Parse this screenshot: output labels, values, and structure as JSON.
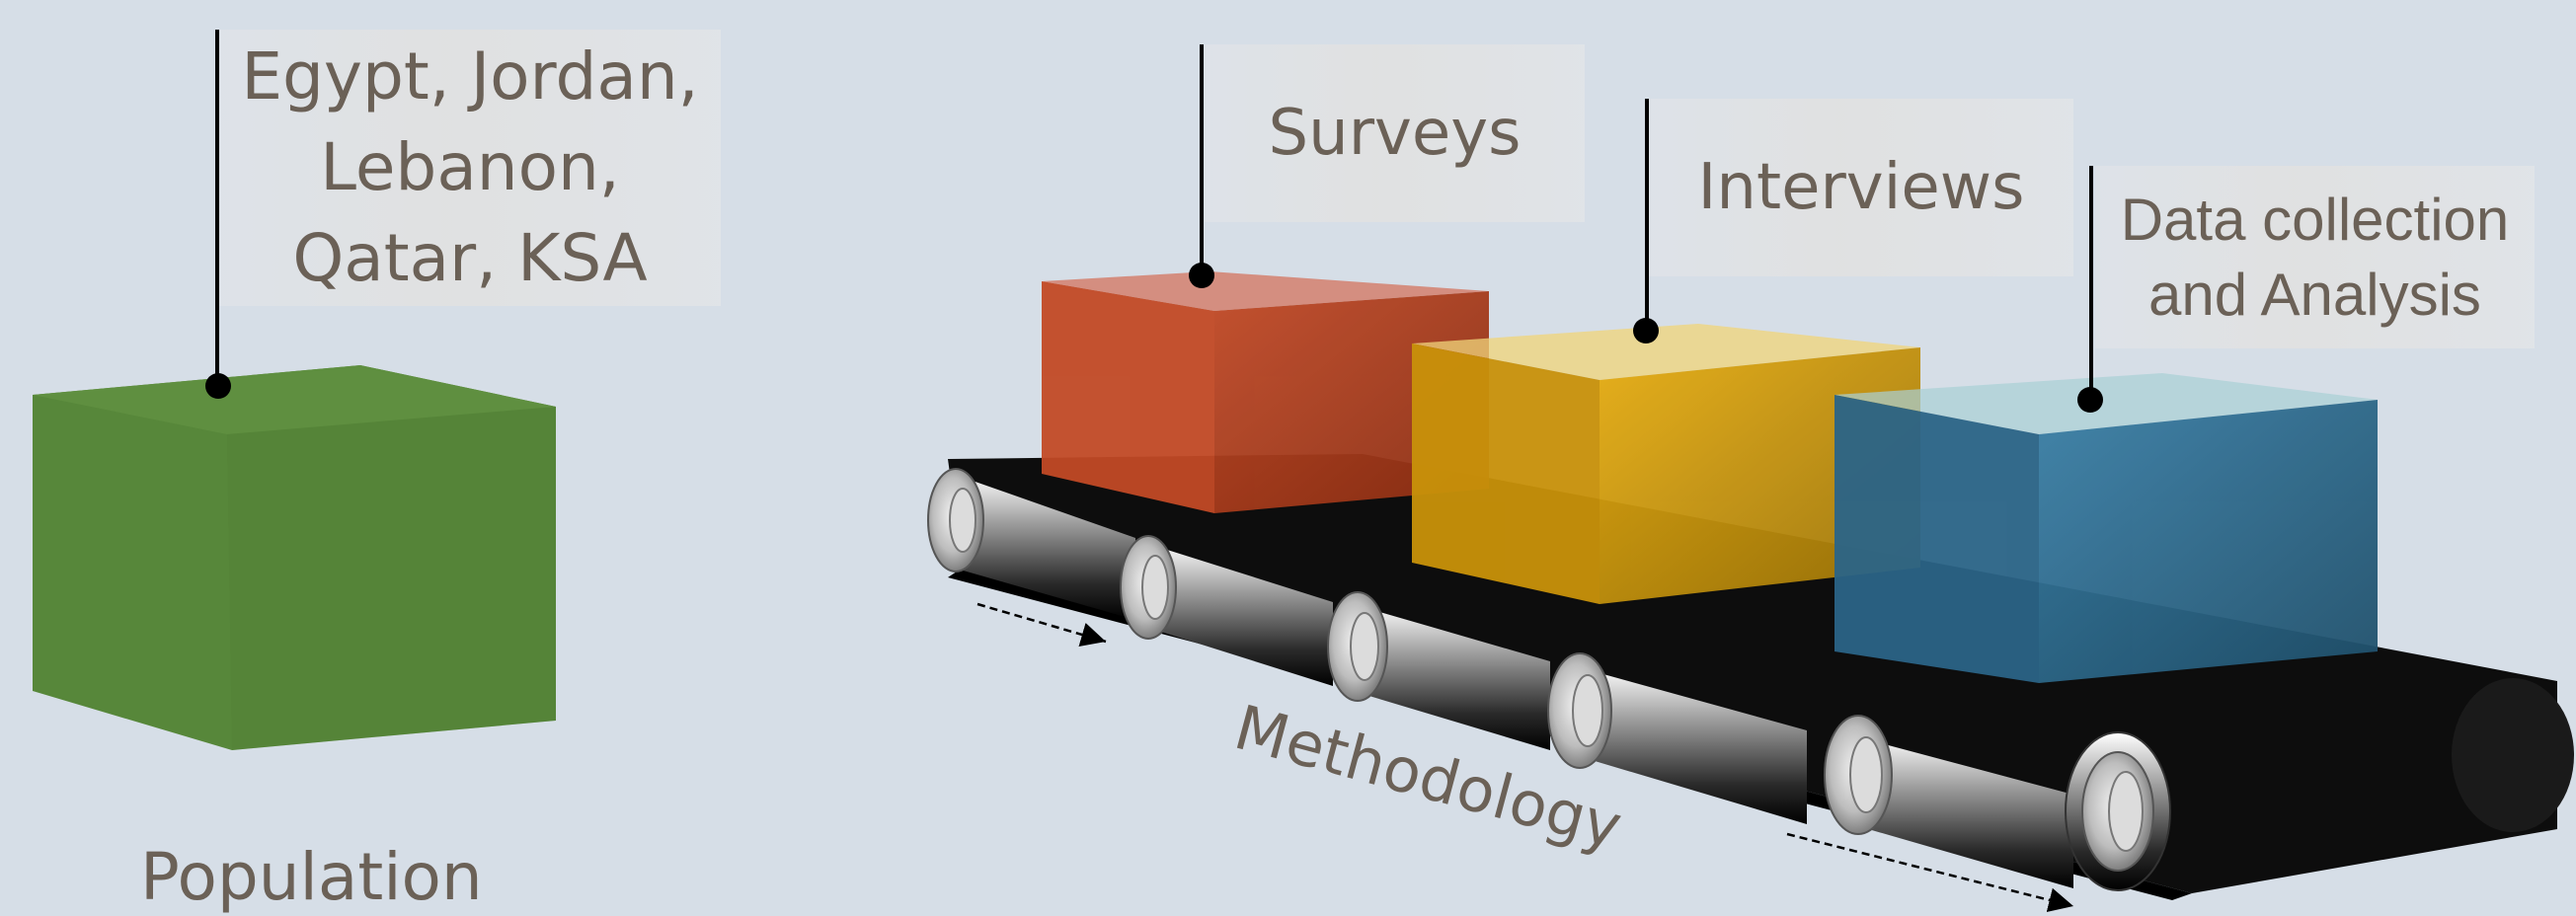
{
  "population_label": "Population",
  "countries_label": [
    "Egypt, Jordan,",
    "Lebanon,",
    "Qatar, KSA"
  ],
  "stages": {
    "surveys": "Surveys",
    "interviews": "Interviews",
    "analysis": [
      "Data collection",
      "and Analysis"
    ]
  },
  "conveyor_label": "Methodology",
  "colors": {
    "background": "#d6dee7",
    "population_box": "#57873a",
    "surveys_box": "#b5431f",
    "interviews_box": "#e2a80c",
    "analysis_box": "#2f6f93",
    "belt": "#111111",
    "text": "#6b6157"
  }
}
